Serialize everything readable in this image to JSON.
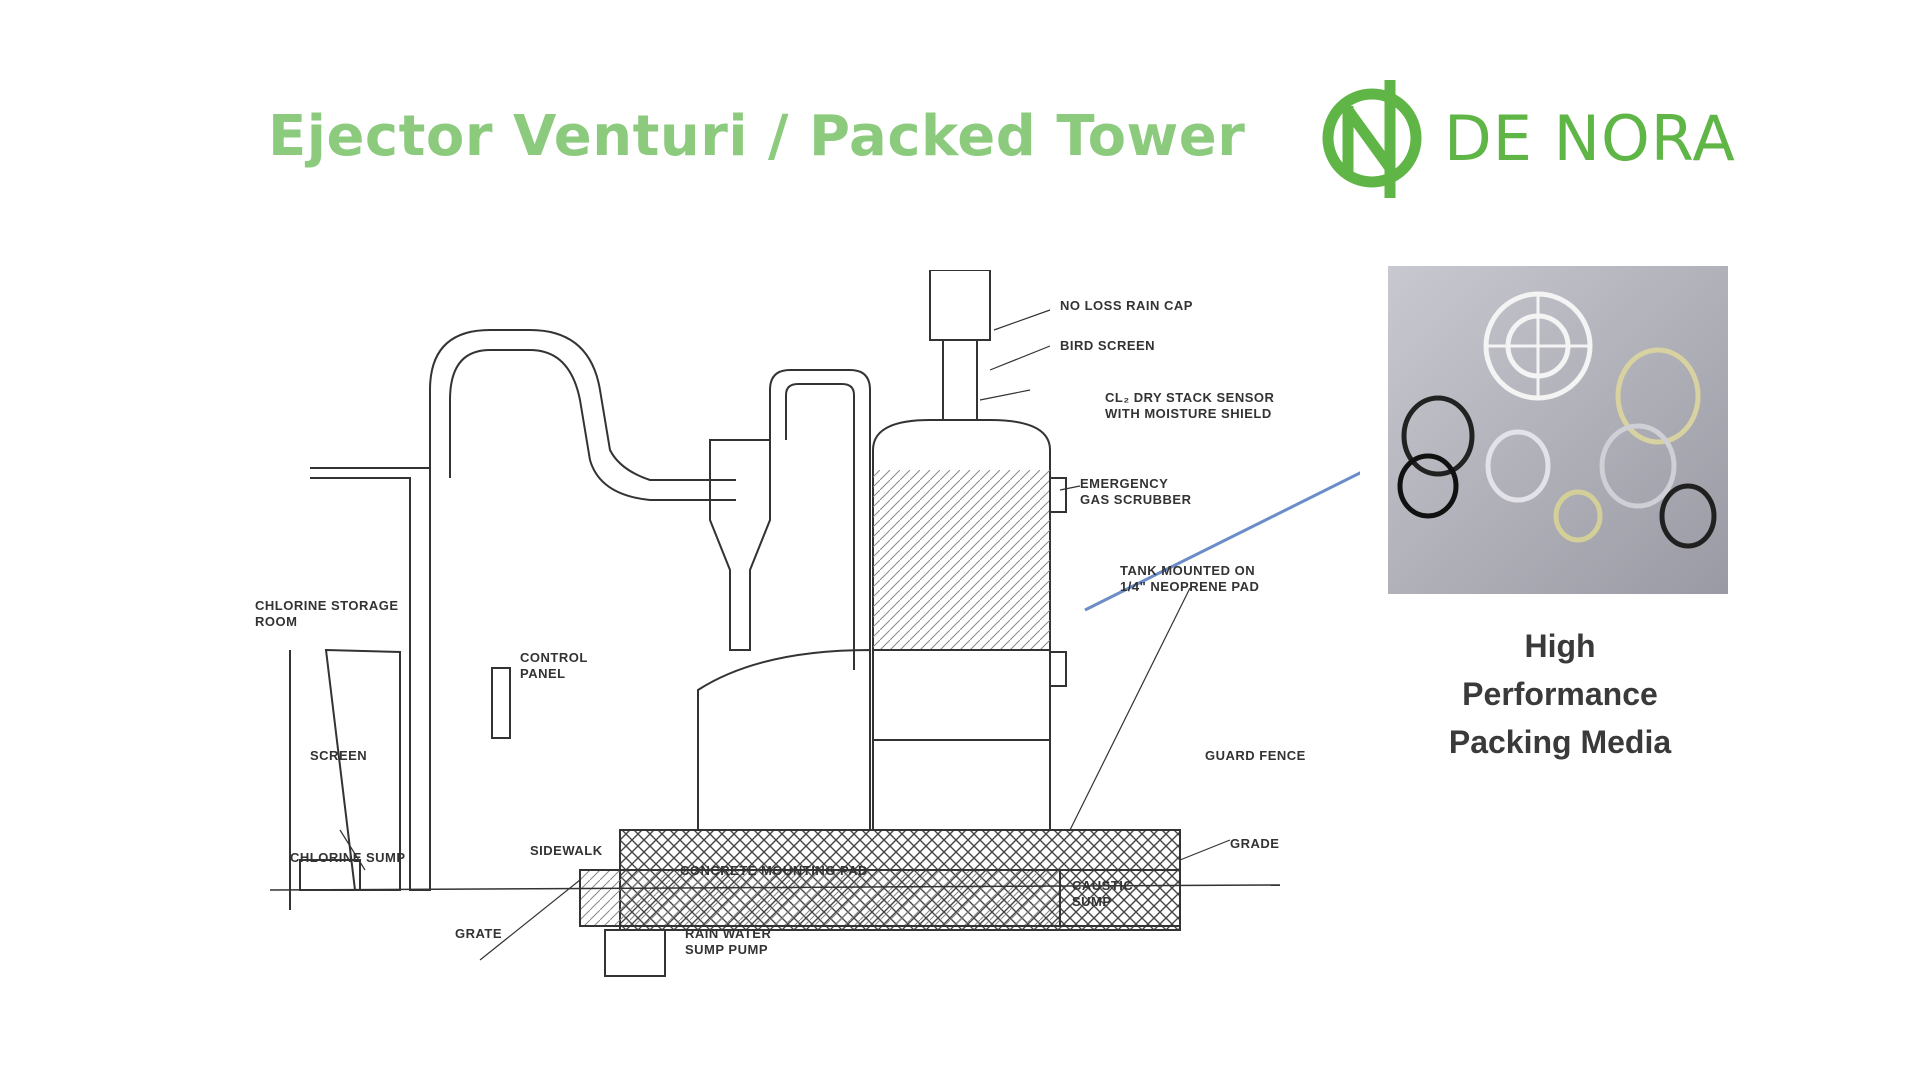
{
  "slide": {
    "title": "Ejector Venturi / Packed Tower",
    "brand": "DE NORA",
    "brand_color": "#5fb546",
    "title_color": "#8ccb7e"
  },
  "diagram": {
    "labels": {
      "rain_cap": "NO LOSS RAIN CAP",
      "bird_screen": "BIRD SCREEN",
      "sensor_1": "CL₂ DRY STACK SENSOR",
      "sensor_2": "WITH MOISTURE SHIELD",
      "scrubber_1": "EMERGENCY",
      "scrubber_2": "GAS SCRUBBER",
      "tank_1": "TANK MOUNTED ON",
      "tank_2": "1/4\" NEOPRENE PAD",
      "storage_1": "CHLORINE STORAGE",
      "storage_2": "ROOM",
      "control_1": "CONTROL",
      "control_2": "PANEL",
      "screen": "SCREEN",
      "guard_fence": "GUARD FENCE",
      "grade": "GRADE",
      "chlorine_sump": "CHLORINE SUMP",
      "concrete_pad": "CONCRETE MOUNTING PAD",
      "caustic_1": "CAUSTIC",
      "caustic_2": "SUMP",
      "grate": "GRATE",
      "rain_water_1": "RAIN WATER",
      "rain_water_2": "SUMP PUMP",
      "sidewalk": "SIDEWALK"
    }
  },
  "media": {
    "caption_lines": [
      "High",
      "Performance",
      "Packing Media"
    ]
  }
}
